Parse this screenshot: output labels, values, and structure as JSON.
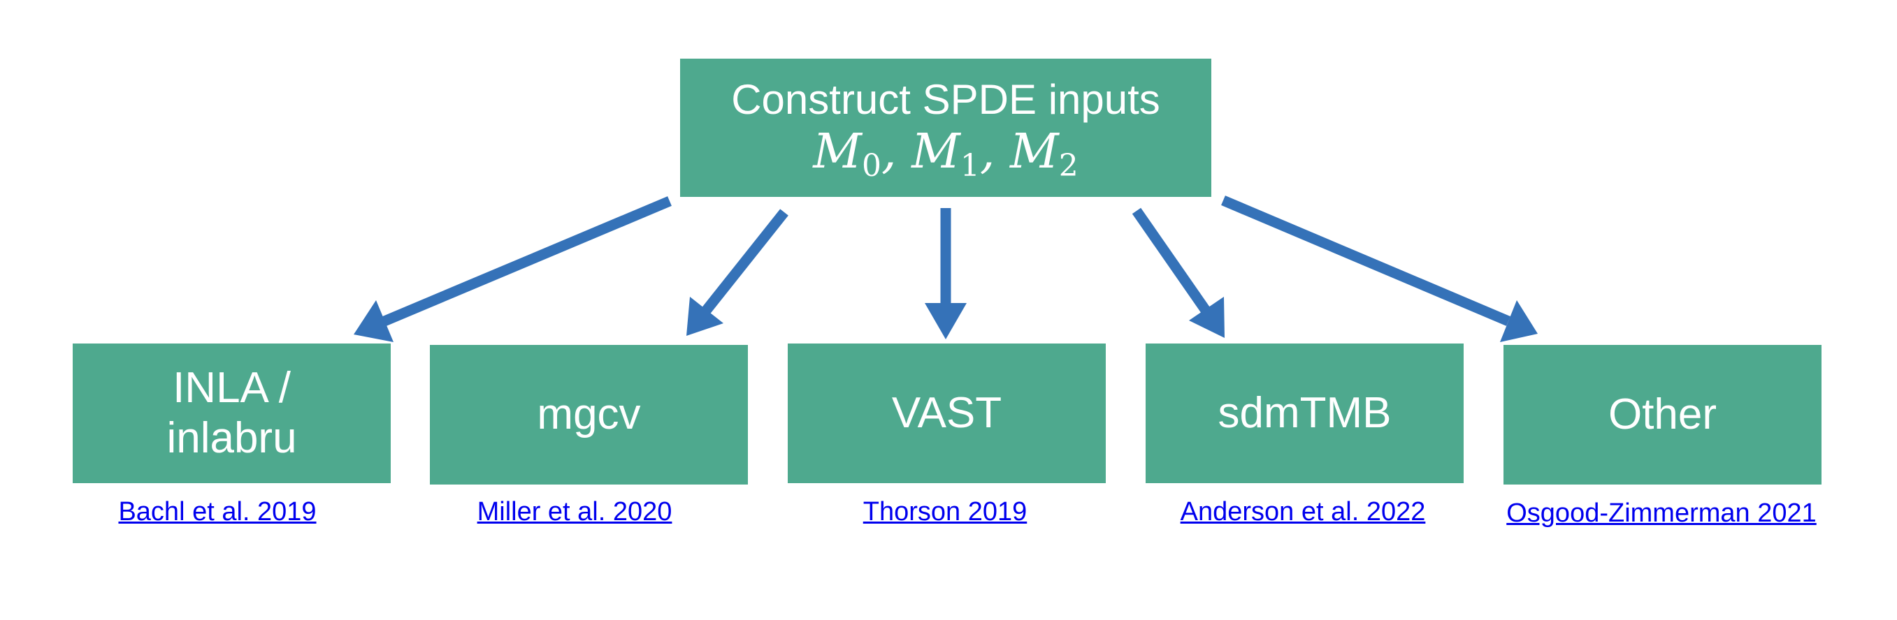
{
  "root": {
    "title": "Construct SPDE inputs",
    "math_parts": [
      {
        "symbol": "M",
        "sub": "0"
      },
      {
        "symbol": "M",
        "sub": "1"
      },
      {
        "symbol": "M",
        "sub": "2"
      }
    ],
    "math_separator": ", "
  },
  "children": [
    {
      "label": "INLA /\ninlabru",
      "reference": "Bachl et al. 2019"
    },
    {
      "label": "mgcv",
      "reference": "Miller et al. 2020"
    },
    {
      "label": "VAST",
      "reference": "Thorson 2019"
    },
    {
      "label": "sdmTMB",
      "reference": "Anderson et al. 2022"
    },
    {
      "label": "Other",
      "reference": "Osgood-Zimmerman 2021"
    }
  ],
  "colors": {
    "box_fill": "#4ea98e",
    "box_text": "#ffffff",
    "arrow": "#3572b8",
    "link": "#0000ee"
  }
}
